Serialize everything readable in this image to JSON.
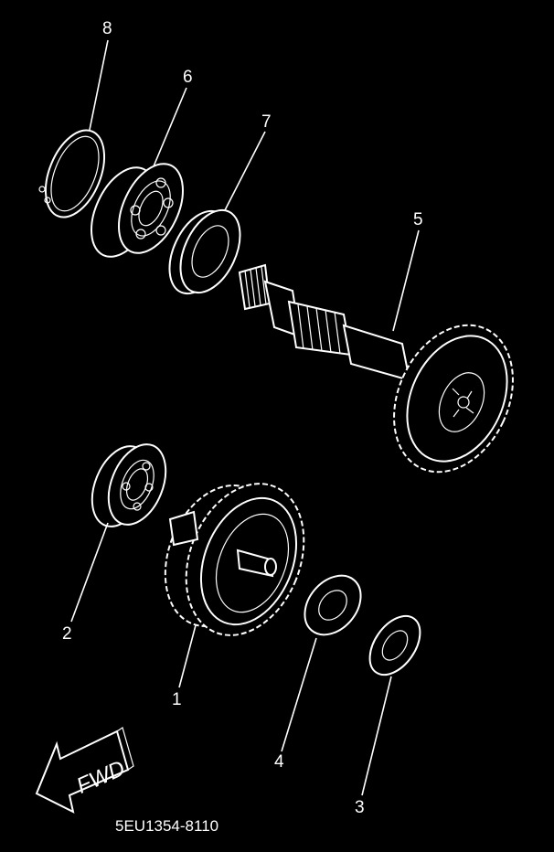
{
  "callouts": {
    "c1": "1",
    "c2": "2",
    "c3": "3",
    "c4": "4",
    "c5": "5",
    "c6": "6",
    "c7": "7",
    "c8": "8"
  },
  "fwd_label": "FWD",
  "part_code": "5EU1354-8110",
  "colors": {
    "background": "#000000",
    "line": "#ffffff"
  }
}
